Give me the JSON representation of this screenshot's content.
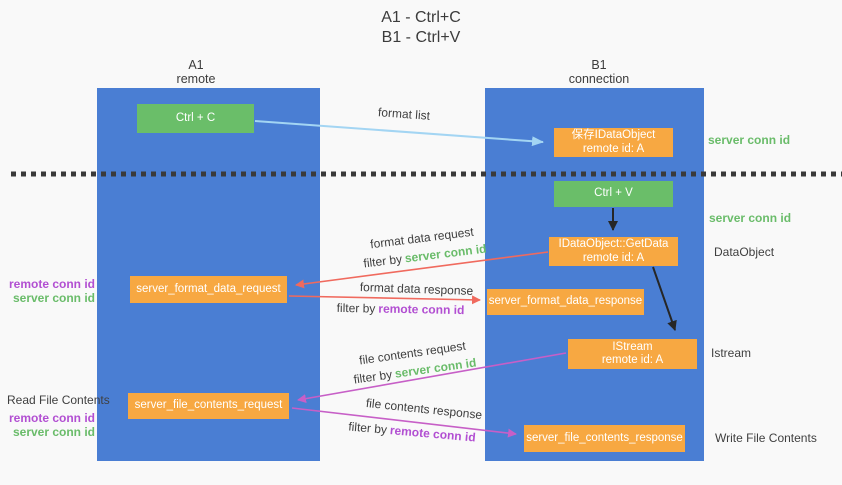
{
  "title": {
    "lines": "A1 - Ctrl+C\nB1 - Ctrl+V",
    "line1": "A1 - Ctrl+C",
    "line2": "B1 - Ctrl+V"
  },
  "lanes": {
    "a1": {
      "title": "A1",
      "subtitle": "remote"
    },
    "b1": {
      "title": "B1",
      "subtitle": "connection"
    }
  },
  "boxes": {
    "ctrl_c": {
      "label": "Ctrl + C"
    },
    "save_idataobject": {
      "line1": "保存IDataObject",
      "line2": "remote id: A"
    },
    "ctrl_v": {
      "label": "Ctrl + V"
    },
    "getdata": {
      "line1": "IDataObject::GetData",
      "line2": "remote id: A"
    },
    "format_request": {
      "label": "server_format_data_request"
    },
    "format_response": {
      "label": "server_format_data_response"
    },
    "istream": {
      "line1": "IStream",
      "line2": "remote id: A"
    },
    "file_request": {
      "label": "server_file_contents_request"
    },
    "file_response": {
      "label": "server_file_contents_response"
    }
  },
  "arrows": {
    "format_list": {
      "label": "format list"
    },
    "format_data_request": {
      "label": "format data request",
      "filter_prefix": "filter by",
      "filter_key": "server conn id"
    },
    "format_data_response": {
      "label": "format data response",
      "filter_prefix": "filter by",
      "filter_key": "remote conn id"
    },
    "file_contents_request": {
      "label": "file contents request",
      "filter_prefix": "filter by",
      "filter_key": "server conn id"
    },
    "file_contents_response": {
      "label": "file contents response",
      "filter_prefix": "filter by",
      "filter_key": "remote conn id"
    }
  },
  "annotations": {
    "right_server_conn_top": "server conn id",
    "right_server_conn_mid": "server conn id",
    "right_dataobject": "DataObject",
    "right_istream": "Istream",
    "right_write_file": "Write File Contents",
    "left_remote_conn_1": "remote conn id",
    "left_server_conn_1": "server conn id",
    "left_read_file": "Read File Contents",
    "left_remote_conn_2": "remote conn id",
    "left_server_conn_2": "server conn id"
  },
  "colors": {
    "panel_blue": "#4a7ed3",
    "box_green": "#6abe69",
    "box_orange": "#f7a842",
    "arrow_lightblue": "#a3d5f3",
    "arrow_salmon": "#f06a5e",
    "arrow_magenta": "#c75fc7",
    "arrow_black": "#262626",
    "dotted_line": "#3a3a3a",
    "text_green": "#6abc6a",
    "text_purple": "#b24fd2",
    "text_dark": "#3f3f3f",
    "background": "#f9f9f9"
  }
}
